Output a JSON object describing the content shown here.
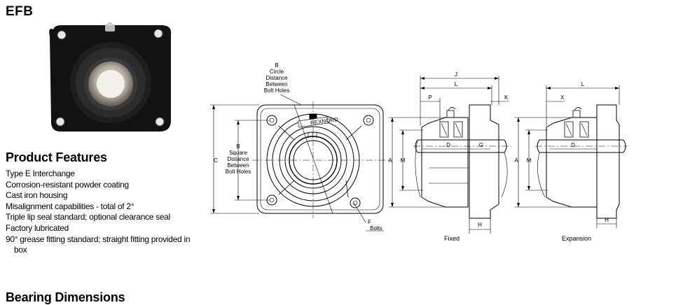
{
  "title": "EFB",
  "product_features": {
    "heading": "Product Features",
    "items": [
      "Type E Interchange",
      "Corrosion-resistant powder coating",
      "Cast iron housing",
      "Misalignment capabilities - total of 2°",
      "Triple lip seal standard; optional clearance seal",
      "Factory lubricated",
      "90° grease fitting standard; straight fitting provided in box"
    ]
  },
  "bearing_dimensions_heading": "Bearing Dimensions",
  "front_view": {
    "brand": "REXNORD",
    "label_b_top": [
      "B",
      "Circle",
      "Distance",
      "Between",
      "Bolt Holes"
    ],
    "label_b_left": [
      "B",
      "Square",
      "Distance",
      "Between",
      "Bolt Holes"
    ],
    "label_c": "C",
    "label_f": [
      "F",
      "Bolts"
    ]
  },
  "fixed_view": {
    "caption": "Fixed",
    "labels": {
      "j": "J",
      "l": "L",
      "p": "P",
      "k": "K",
      "d": "D",
      "g": "G",
      "a": "A",
      "m": "M",
      "h": "H"
    }
  },
  "expansion_view": {
    "caption": "Expansion",
    "labels": {
      "l": "L",
      "x": "X",
      "d": "D",
      "a": "A",
      "m": "M",
      "h": "H"
    }
  }
}
